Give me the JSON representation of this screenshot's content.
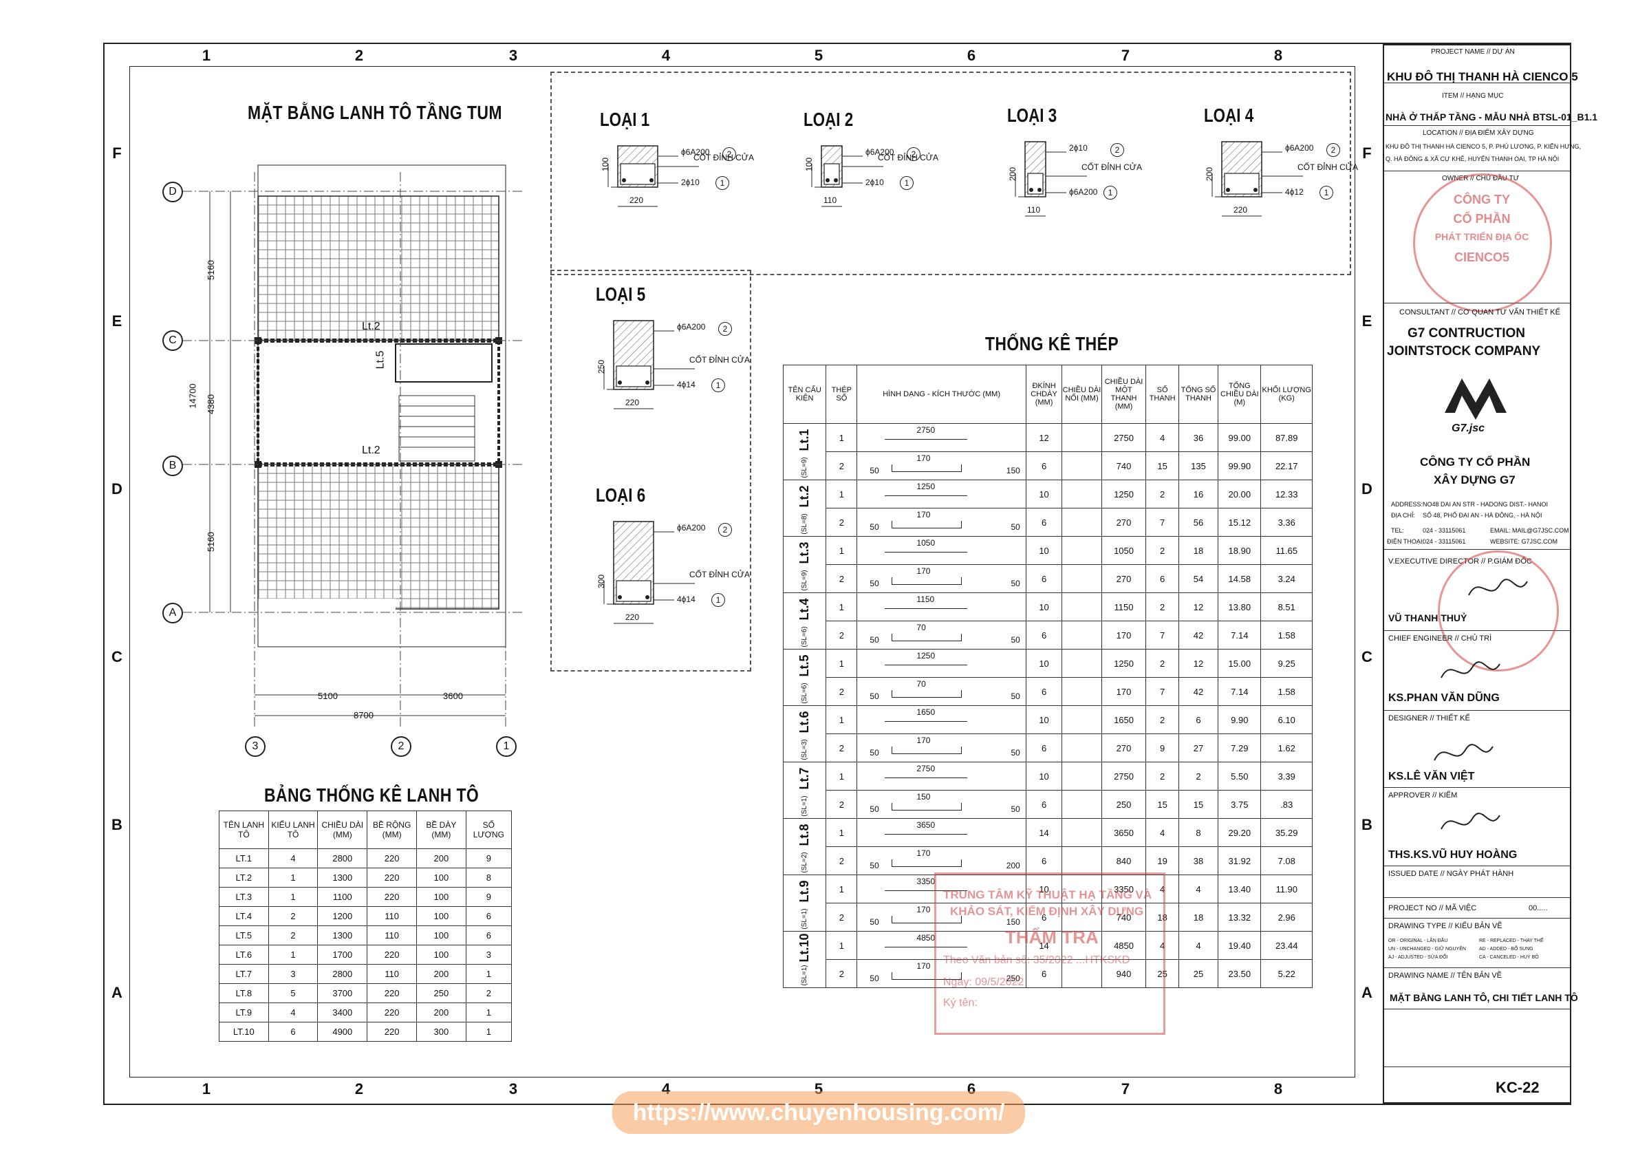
{
  "grid": {
    "cols": [
      "1",
      "2",
      "3",
      "4",
      "5",
      "6",
      "7",
      "8"
    ],
    "rows": [
      "F",
      "E",
      "D",
      "C",
      "B",
      "A"
    ]
  },
  "plan": {
    "title": "MẶT BẰNG LANH TÔ TẦNG TUM",
    "axes_letters": [
      "D",
      "C",
      "B",
      "A"
    ],
    "axes_numbers": [
      "3",
      "2",
      "1"
    ],
    "dims_left": [
      "5160",
      "4380",
      "5160"
    ],
    "dim_total_left": "14700",
    "dims_bottom": [
      "5100",
      "3600"
    ],
    "dim_total_bottom": "8700",
    "labels": [
      "Lt.2",
      "Lt.5",
      "Lt.2"
    ]
  },
  "details": [
    {
      "title": "LOẠI 1",
      "h": "100",
      "w": "220",
      "bar_top": "ϕ6A200",
      "bar_bot": "2ϕ10",
      "note": "CỐT ĐỈNH CỬA",
      "n1": "1",
      "n2": "2"
    },
    {
      "title": "LOẠI 2",
      "h": "100",
      "w": "110",
      "bar_top": "ϕ6A200",
      "bar_bot": "2ϕ10",
      "note": "CỐT ĐỈNH CỬA",
      "n1": "1",
      "n2": "2"
    },
    {
      "title": "LOẠI 3",
      "h": "200",
      "w": "110",
      "bar_top": "2ϕ10",
      "bar_bot": "ϕ6A200",
      "note": "CỐT ĐỈNH CỬA",
      "n1": "1",
      "n2": "2"
    },
    {
      "title": "LOẠI 4",
      "h": "200",
      "w": "220",
      "bar_top": "ϕ6A200",
      "bar_bot": "4ϕ12",
      "note": "CỐT ĐỈNH CỬA",
      "n1": "1",
      "n2": "2"
    },
    {
      "title": "LOẠI 5",
      "h": "250",
      "w": "220",
      "bar_top": "ϕ6A200",
      "bar_bot": "4ϕ14",
      "note": "CỐT ĐỈNH CỬA",
      "n1": "1",
      "n2": "2"
    },
    {
      "title": "LOẠI 6",
      "h": "300",
      "w": "220",
      "bar_top": "ϕ6A200",
      "bar_bot": "4ϕ14",
      "note": "CỐT ĐỈNH CỬA",
      "n1": "1",
      "n2": "2"
    }
  ],
  "lintel_table": {
    "title": "BẢNG THỐNG KÊ LANH TÔ",
    "headers": [
      "TÊN LANH TÔ",
      "KIỂU LANH TÔ",
      "CHIỀU DÀI (MM)",
      "BỀ RỘNG (MM)",
      "BỀ DÀY (MM)",
      "SỐ LƯỢNG"
    ],
    "rows": [
      [
        "LT.1",
        "4",
        "2800",
        "220",
        "200",
        "9"
      ],
      [
        "LT.2",
        "1",
        "1300",
        "220",
        "100",
        "8"
      ],
      [
        "LT.3",
        "1",
        "1100",
        "220",
        "100",
        "9"
      ],
      [
        "LT.4",
        "2",
        "1200",
        "110",
        "100",
        "6"
      ],
      [
        "LT.5",
        "2",
        "1300",
        "110",
        "100",
        "6"
      ],
      [
        "LT.6",
        "1",
        "1700",
        "220",
        "100",
        "3"
      ],
      [
        "LT.7",
        "3",
        "2800",
        "110",
        "200",
        "1"
      ],
      [
        "LT.8",
        "5",
        "3700",
        "220",
        "250",
        "2"
      ],
      [
        "LT.9",
        "4",
        "3400",
        "220",
        "200",
        "1"
      ],
      [
        "LT.10",
        "6",
        "4900",
        "220",
        "300",
        "1"
      ]
    ]
  },
  "steel_table": {
    "title": "THỐNG KÊ THÉP",
    "headers": [
      "TÊN CẤU KIỆN",
      "THÉP SỐ",
      "HÌNH DẠNG - KÍCH THƯỚC (MM)",
      "ĐKÍNH CHDÀY (MM)",
      "CHIỀU DÀI NỐI (MM)",
      "CHIỀU DÀI MỘT THANH (MM)",
      "SỐ THANH",
      "TỔNG SỐ THANH",
      "TỔNG CHIỀU DÀI (M)",
      "KHỐI LƯỢNG (KG)"
    ],
    "members": [
      {
        "name": "Lt.1",
        "sl": "(SL=9)",
        "rows": [
          {
            "no": "1",
            "shape": "2750",
            "d": "12",
            "join": "",
            "len": "2750",
            "n": "4",
            "tot": "36",
            "L": "99.00",
            "kg": "87.89"
          },
          {
            "no": "2",
            "shape": "170",
            "sides": [
              "50",
              "150"
            ],
            "d": "6",
            "join": "",
            "len": "740",
            "n": "15",
            "tot": "135",
            "L": "99.90",
            "kg": "22.17"
          }
        ]
      },
      {
        "name": "Lt.2",
        "sl": "(SL=8)",
        "rows": [
          {
            "no": "1",
            "shape": "1250",
            "d": "10",
            "join": "",
            "len": "1250",
            "n": "2",
            "tot": "16",
            "L": "20.00",
            "kg": "12.33"
          },
          {
            "no": "2",
            "shape": "170",
            "sides": [
              "50",
              "50"
            ],
            "d": "6",
            "join": "",
            "len": "270",
            "n": "7",
            "tot": "56",
            "L": "15.12",
            "kg": "3.36"
          }
        ]
      },
      {
        "name": "Lt.3",
        "sl": "(SL=9)",
        "rows": [
          {
            "no": "1",
            "shape": "1050",
            "d": "10",
            "join": "",
            "len": "1050",
            "n": "2",
            "tot": "18",
            "L": "18.90",
            "kg": "11.65"
          },
          {
            "no": "2",
            "shape": "170",
            "sides": [
              "50",
              "50"
            ],
            "d": "6",
            "join": "",
            "len": "270",
            "n": "6",
            "tot": "54",
            "L": "14.58",
            "kg": "3.24"
          }
        ]
      },
      {
        "name": "Lt.4",
        "sl": "(SL=6)",
        "rows": [
          {
            "no": "1",
            "shape": "1150",
            "d": "10",
            "join": "",
            "len": "1150",
            "n": "2",
            "tot": "12",
            "L": "13.80",
            "kg": "8.51"
          },
          {
            "no": "2",
            "shape": "70",
            "sides": [
              "50",
              "50"
            ],
            "d": "6",
            "join": "",
            "len": "170",
            "n": "7",
            "tot": "42",
            "L": "7.14",
            "kg": "1.58"
          }
        ]
      },
      {
        "name": "Lt.5",
        "sl": "(SL=6)",
        "rows": [
          {
            "no": "1",
            "shape": "1250",
            "d": "10",
            "join": "",
            "len": "1250",
            "n": "2",
            "tot": "12",
            "L": "15.00",
            "kg": "9.25"
          },
          {
            "no": "2",
            "shape": "70",
            "sides": [
              "50",
              "50"
            ],
            "d": "6",
            "join": "",
            "len": "170",
            "n": "7",
            "tot": "42",
            "L": "7.14",
            "kg": "1.58"
          }
        ]
      },
      {
        "name": "Lt.6",
        "sl": "(SL=3)",
        "rows": [
          {
            "no": "1",
            "shape": "1650",
            "d": "10",
            "join": "",
            "len": "1650",
            "n": "2",
            "tot": "6",
            "L": "9.90",
            "kg": "6.10"
          },
          {
            "no": "2",
            "shape": "170",
            "sides": [
              "50",
              "50"
            ],
            "d": "6",
            "join": "",
            "len": "270",
            "n": "9",
            "tot": "27",
            "L": "7.29",
            "kg": "1.62"
          }
        ]
      },
      {
        "name": "Lt.7",
        "sl": "(SL=1)",
        "rows": [
          {
            "no": "1",
            "shape": "2750",
            "d": "10",
            "join": "",
            "len": "2750",
            "n": "2",
            "tot": "2",
            "L": "5.50",
            "kg": "3.39"
          },
          {
            "no": "2",
            "shape": "150",
            "sides": [
              "50",
              "50"
            ],
            "d": "6",
            "join": "",
            "len": "250",
            "n": "15",
            "tot": "15",
            "L": "3.75",
            "kg": ".83"
          }
        ]
      },
      {
        "name": "Lt.8",
        "sl": "(SL=2)",
        "rows": [
          {
            "no": "1",
            "shape": "3650",
            "d": "14",
            "join": "",
            "len": "3650",
            "n": "4",
            "tot": "8",
            "L": "29.20",
            "kg": "35.29"
          },
          {
            "no": "2",
            "shape": "170",
            "sides": [
              "50",
              "200"
            ],
            "d": "6",
            "join": "",
            "len": "840",
            "n": "19",
            "tot": "38",
            "L": "31.92",
            "kg": "7.08"
          }
        ]
      },
      {
        "name": "Lt.9",
        "sl": "(SL=1)",
        "rows": [
          {
            "no": "1",
            "shape": "3350",
            "d": "10",
            "join": "",
            "len": "3350",
            "n": "4",
            "tot": "4",
            "L": "13.40",
            "kg": "11.90"
          },
          {
            "no": "2",
            "shape": "170",
            "sides": [
              "50",
              "150"
            ],
            "d": "6",
            "join": "",
            "len": "740",
            "n": "18",
            "tot": "18",
            "L": "13.32",
            "kg": "2.96"
          }
        ]
      },
      {
        "name": "Lt.10",
        "sl": "(SL=1)",
        "rows": [
          {
            "no": "1",
            "shape": "4850",
            "d": "14",
            "join": "",
            "len": "4850",
            "n": "4",
            "tot": "4",
            "L": "19.40",
            "kg": "23.44"
          },
          {
            "no": "2",
            "shape": "170",
            "sides": [
              "50",
              "250"
            ],
            "d": "6",
            "join": "",
            "len": "940",
            "n": "25",
            "tot": "25",
            "L": "23.50",
            "kg": "5.22"
          }
        ]
      }
    ]
  },
  "titleblock": {
    "project_label": "PROJECT NAME // DỰ ÁN",
    "project": "KHU ĐÔ THỊ THANH HÀ CIENCO 5",
    "item_label": "ITEM // HẠNG MỤC",
    "item": "NHÀ Ở THẤP TẦNG - MẪU NHÀ BTSL-01_B1.1",
    "location_label": "LOCATION // ĐỊA ĐIỂM XÂY DỰNG",
    "location1": "KHU ĐÔ THỊ THANH HÀ CIENCO 5, P. PHÚ LƯƠNG, P. KIẾN HƯNG,",
    "location2": "Q. HÀ ĐÔNG & XÃ CỰ KHÊ, HUYỆN THANH OAI, TP HÀ NỘI",
    "owner_label": "OWNER // CHỦ ĐẦU TƯ",
    "owner_stamp_lines": [
      "CÔNG TY",
      "CỔ PHẦN",
      "PHÁT TRIỂN ĐỊA ỐC",
      "CIENCO5"
    ],
    "consultant_label": "CONSULTANT // CƠ QUAN TƯ VẤN THIẾT KẾ",
    "consultant1": "G7 CONTRUCTION",
    "consultant2": "JOINTSTOCK COMPANY",
    "logo_text": "G7.jsc",
    "company1": "CÔNG TY CỔ PHẦN",
    "company2": "XÂY DỰNG G7",
    "addr_label": "ADDRESS:",
    "addr1": "NO48 DAI AN STR - HADONG DIST.- HANOI",
    "addr_label2": "ĐỊA CHỈ:",
    "addr2": "SỐ 48, PHỐ ĐẠI AN - HÀ ĐÔNG, - HÀ NỘI",
    "tel_label": "TEL:",
    "tel": "024 - 33115061",
    "email": "EMAIL: MAIL@G7JSC.COM",
    "tel_label2": "ĐIỆN THOẠI:",
    "tel2": "024 - 33115061",
    "web": "WEBSITE: G7JSC.COM",
    "director_label": "V.EXECUTIVE DIRECTOR // P.GIÁM ĐỐC",
    "director": "VŨ THANH THUỶ",
    "chief_label": "CHIEF ENGINEER // CHỦ TRÌ",
    "chief": "KS.PHAN VĂN DŨNG",
    "designer_label": "DESIGNER // THIẾT KẾ",
    "designer": "KS.LÊ VĂN VIỆT",
    "approver_label": "APPROVER // KIỂM",
    "approver": "THS.KS.VŨ HUY HOÀNG",
    "issued_label": "ISSUED DATE // NGÀY PHÁT HÀNH",
    "projno_label": "PROJECT NO // MÃ VIỆC",
    "projno": "00.....",
    "dtype_label": "DRAWING TYPE // KIỂU BẢN VẼ",
    "dtype_lines": [
      "OR - ORIGINAL - LẦN ĐẦU",
      "UN - UNCHANGED - GIỮ NGUYÊN",
      "AJ - ADJUSTED - SỬA ĐỔI",
      "RE - REPLACED - THAY THẾ",
      "AD - ADDED - BỔ SUNG",
      "CA - CANCELED - HUỶ BỎ"
    ],
    "dname_label": "DRAWING NAME // TÊN BẢN VẼ",
    "dname": "MẶT BẰNG LANH TÔ, CHI TIẾT LANH TÔ",
    "sheet": "KC-22"
  },
  "inspection_stamp": {
    "line1": "TRUNG TÂM KỸ THUẬT HẠ TẦNG VÀ",
    "line2": "KHẢO SÁT, KIỂM ĐỊNH XÂY DỰNG",
    "line3": "THẨM TRA",
    "line4": "Theo Văn bản số: 35/2022 ...HTKSKĐ",
    "line5": "Ngày: 09/5/2022",
    "line6": "Ký tên:"
  },
  "watermark": "https://www.chuyenhousing.com/",
  "colors": {
    "line": "#222222",
    "stamp_red": "#d23c3c",
    "watermark": "#f5a05a"
  }
}
